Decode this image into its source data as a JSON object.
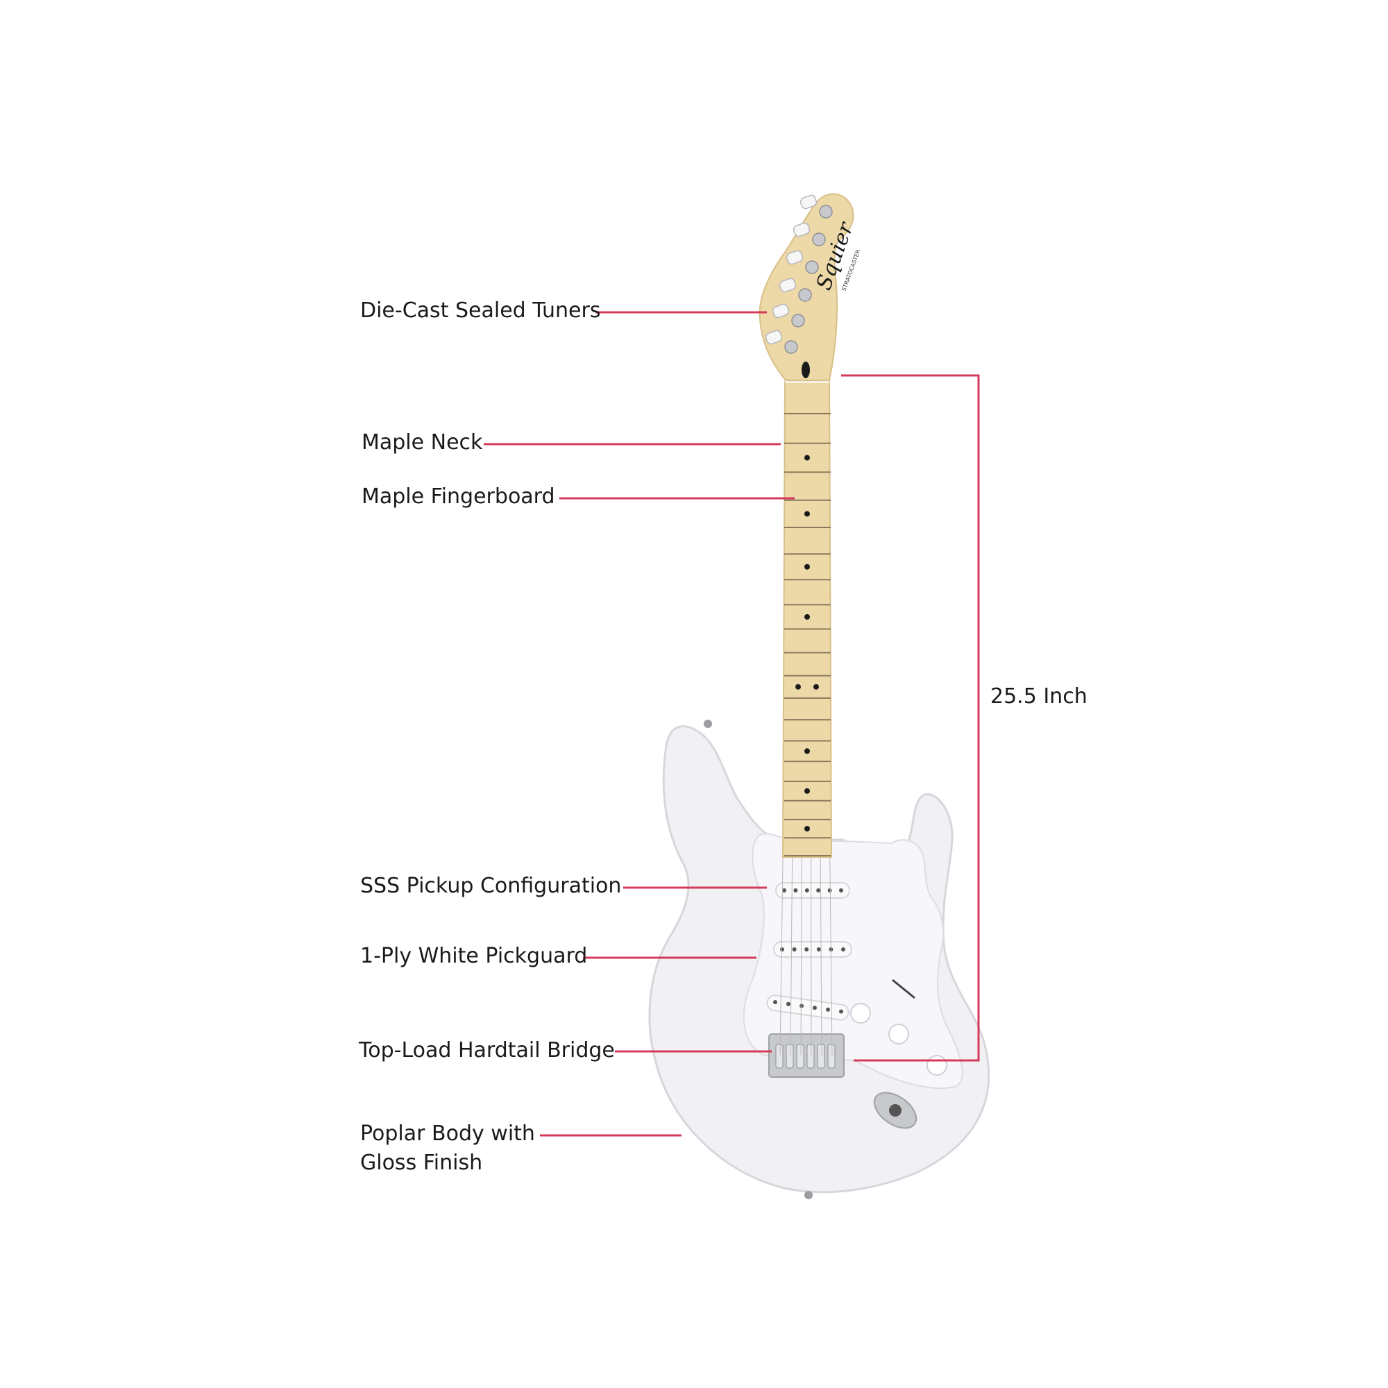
{
  "colors": {
    "leader": "#d43a5a",
    "body": "#f1f0f3",
    "body_shadow": "#d8d6dc",
    "maple": "#edd9a8",
    "maple_dark": "#d9bf86",
    "pickguard": "#f7f7fb",
    "chrome": "#c7c9cc",
    "text": "#1a1a1a"
  },
  "brand": {
    "logo": "Squier",
    "model": "STRATOCASTER"
  },
  "callouts": {
    "tuners": "Die-Cast Sealed Tuners",
    "neck": "Maple Neck",
    "fingerboard": "Maple Fingerboard",
    "pickups": "SSS Pickup Configuration",
    "pickguard": "1-Ply White Pickguard",
    "bridge": "Top-Load Hardtail Bridge",
    "body_line1": "Poplar Body with",
    "body_line2": "Gloss Finish",
    "scale": "25.5 Inch"
  }
}
